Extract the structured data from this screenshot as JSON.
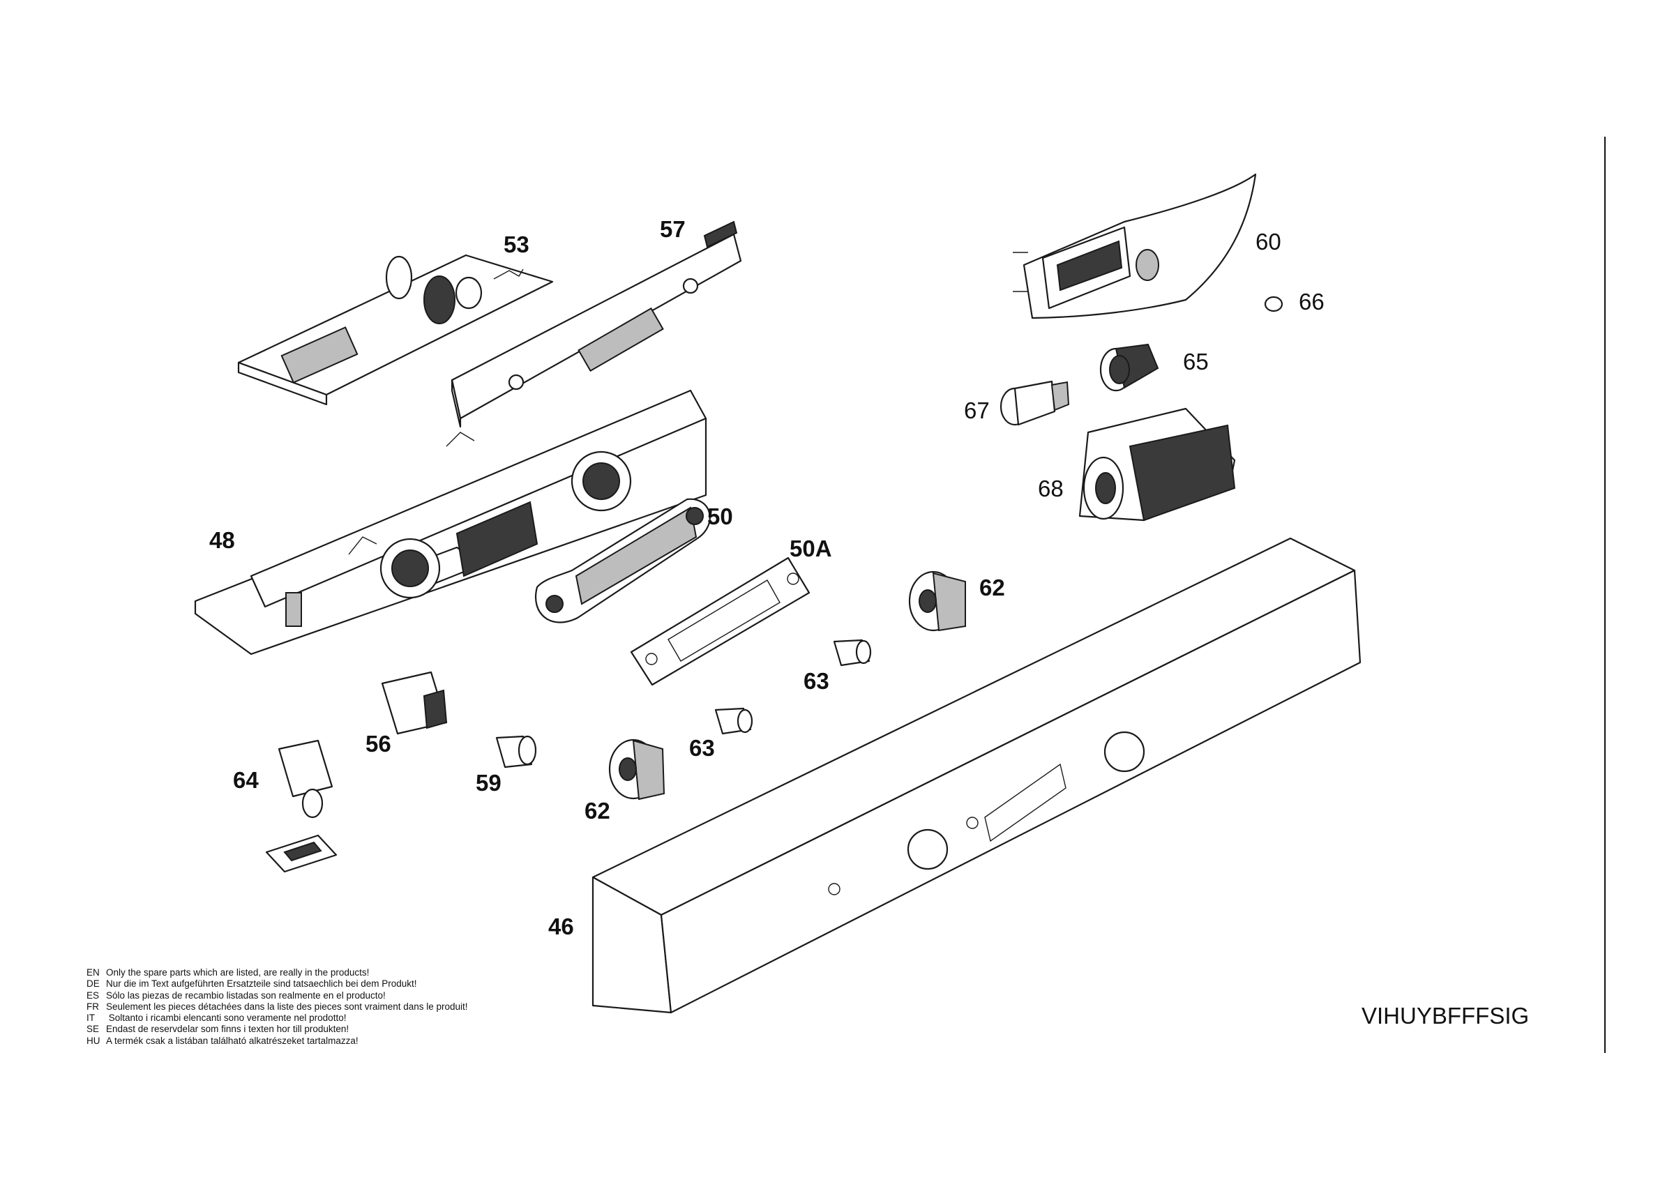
{
  "callouts": [
    {
      "label": "53",
      "bold": true
    },
    {
      "label": "57",
      "bold": true
    },
    {
      "label": "60",
      "bold": false
    },
    {
      "label": "66",
      "bold": false
    },
    {
      "label": "65",
      "bold": false
    },
    {
      "label": "67",
      "bold": false
    },
    {
      "label": "68",
      "bold": false
    },
    {
      "label": "48",
      "bold": true
    },
    {
      "label": "50",
      "bold": true
    },
    {
      "label": "50A",
      "bold": true
    },
    {
      "label": "62",
      "bold": true
    },
    {
      "label": "63",
      "bold": true
    },
    {
      "label": "63",
      "bold": true
    },
    {
      "label": "56",
      "bold": true
    },
    {
      "label": "59",
      "bold": true
    },
    {
      "label": "64",
      "bold": true
    },
    {
      "label": "62",
      "bold": true
    },
    {
      "label": "46",
      "bold": true
    }
  ],
  "notes": [
    {
      "lang": "EN",
      "text": "Only the spare parts which are listed, are really in the products!"
    },
    {
      "lang": "DE",
      "text": "Nur die im Text aufgeführten Ersatzteile sind tatsaechlich bei dem Produkt!"
    },
    {
      "lang": "ES",
      "text": "Sólo las piezas de recambio  listadas son realmente en el producto!"
    },
    {
      "lang": "FR",
      "text": "Seulement les pieces détachées dans la liste des pieces sont vraiment dans le produit!"
    },
    {
      "lang": "IT",
      "text": " Soltanto i ricambi elencanti sono veramente nel prodotto!"
    },
    {
      "lang": "SE",
      "text": "Endast de reservdelar som finns i texten hor till produkten!"
    },
    {
      "lang": "HU",
      "text": "A termék csak a listában található alkatrészeket tartalmazza!"
    }
  ],
  "document_code": "VIHUYBFFFSIG"
}
